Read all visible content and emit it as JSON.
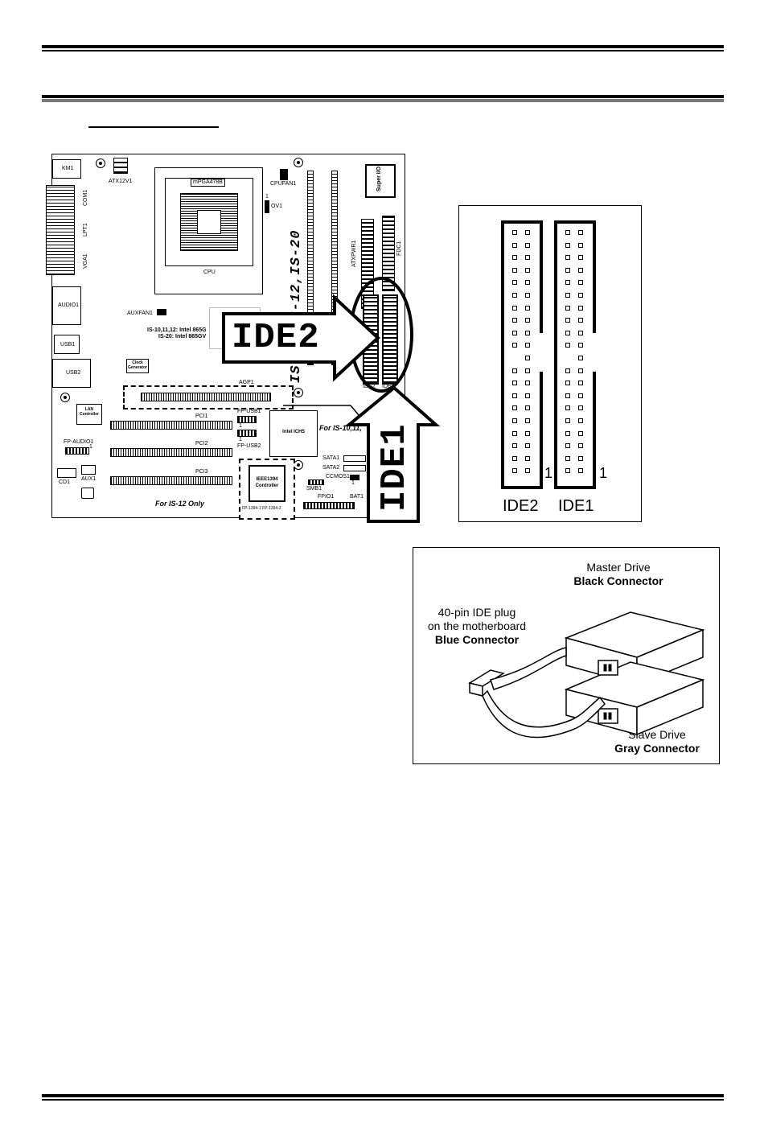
{
  "board": {
    "km1": "KM1",
    "atx12v1": "ATX12V1",
    "socket": "mPGA478B",
    "cpu": "CPU",
    "cpufan1": "CPUFAN1",
    "ov1": "OV1",
    "ov1_pin": "1",
    "super_io": "Super I/O",
    "com1": "COM1",
    "lpt1": "LPT1",
    "vga1": "VGA1",
    "atxpwr1": "ATXPWR1",
    "fdc1": "FDC1",
    "audio1": "AUDIO1",
    "auxfan1": "AUXFAN1",
    "usb1": "USB1",
    "usb2": "USB2",
    "chipset_note_1": "IS-10,11,12: Intel 865G",
    "chipset_note_2": "IS-20: Intel 865GV",
    "clock": "Clock Generator",
    "agp1": "AGP1",
    "lan": "LAN Controller",
    "fp_usb1": "FP-USB1",
    "fp_usb2": "FP-USB2",
    "pin_one": "1",
    "ich5": "Intel ICH5",
    "pci1": "PCI1",
    "pci2": "PCI2",
    "pci3": "PCI3",
    "fp_audio1": "FP-AUDIO1",
    "cd1": "CD1",
    "aux1": "AUX1",
    "ieee1394": "IEEE1394 Controller",
    "fp1394": "FP-1394-1 FP-1394-2",
    "for_is12": "For IS-12 Only",
    "for_is10": "For IS-10,11,",
    "sata1": "SATA1",
    "sata2": "SATA2",
    "ccmos1": "CCMOS1",
    "smb1": "SMB1",
    "fpio1": "FPIO1",
    "bat1": "BAT1",
    "ide2_small": "IDE2",
    "ide1_small": "IDE1",
    "models_vertical": "IS-11,IS-12,IS-20",
    "ide2_callout": "IDE2",
    "ide1_callout": "IDE1"
  },
  "pinout": {
    "ide2_label": "IDE2",
    "ide1_label": "IDE1",
    "pin1_a": "1",
    "pin1_b": "1"
  },
  "drive_illustration": {
    "master_line1": "Master Drive",
    "master_line2": "Black Connector",
    "plug_line1": "40-pin IDE plug",
    "plug_line2": "on the motherboard",
    "plug_line3": "Blue Connector",
    "slave_line1": "Slave Drive",
    "slave_line2": "Gray Connector"
  }
}
